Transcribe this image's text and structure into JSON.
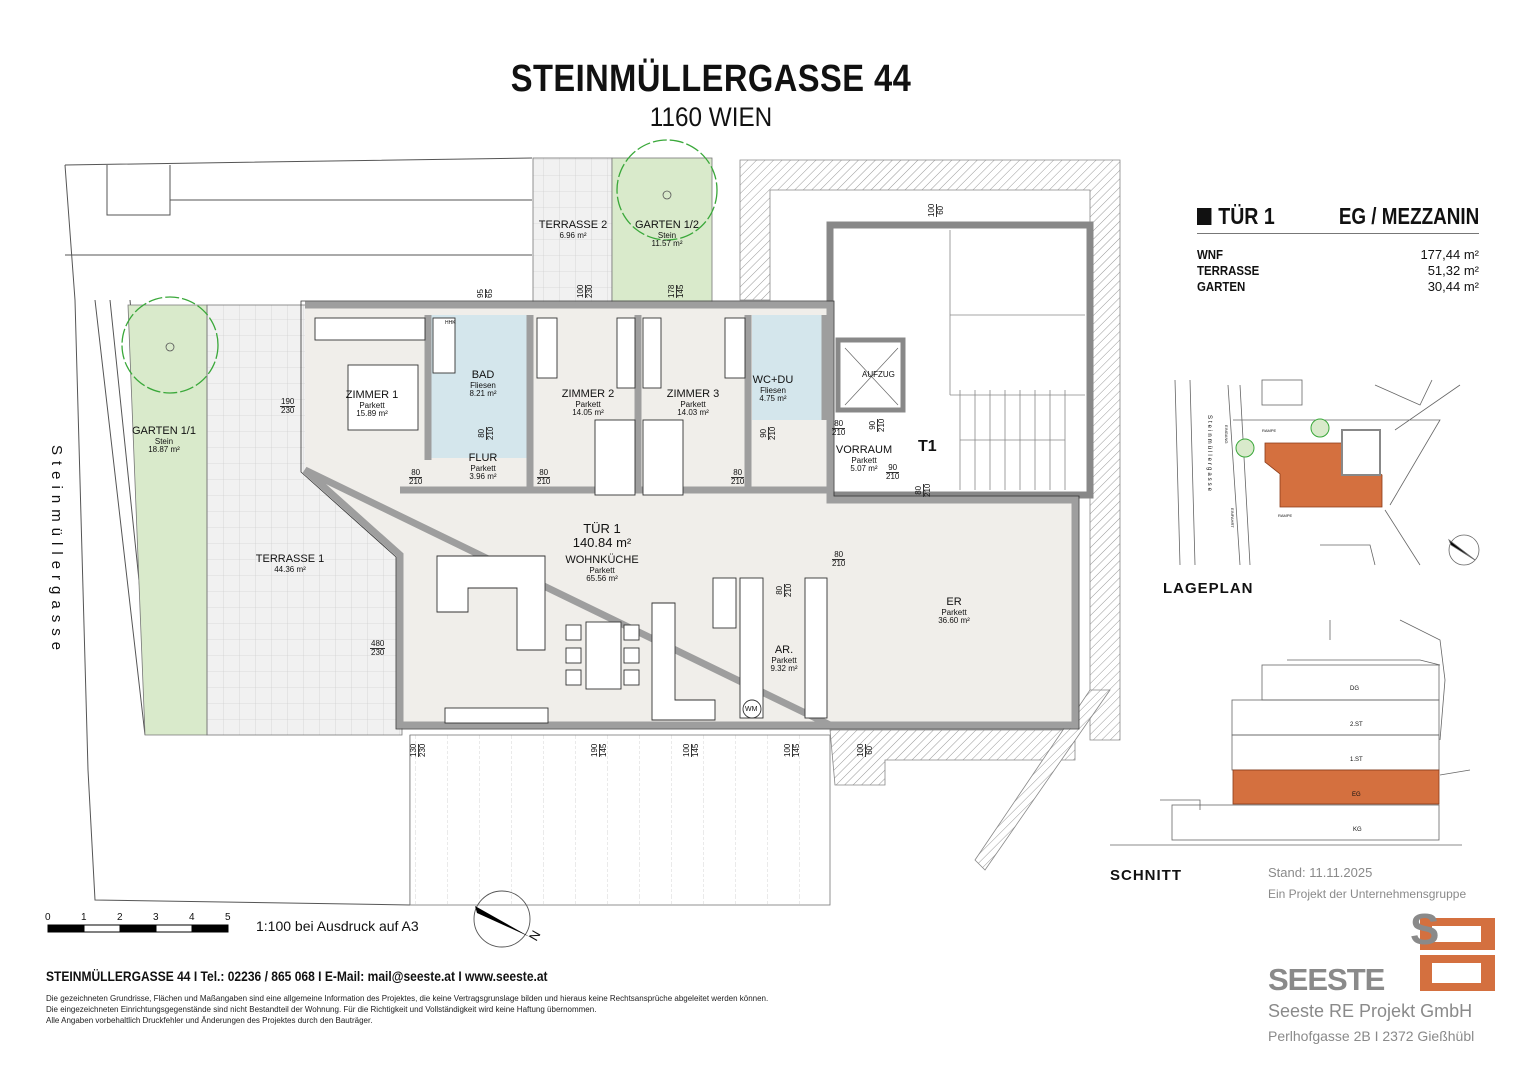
{
  "header": {
    "title": "STEINMÜLLERGASSE 44",
    "subtitle": "1160 WIEN"
  },
  "unit_info": {
    "unit": "TÜR 1",
    "floor": "EG / MEZZANIN",
    "rows": [
      {
        "label": "WNF",
        "value": "177,44 m²"
      },
      {
        "label": "TERRASSE",
        "value": "51,32 m²"
      },
      {
        "label": "GARTEN",
        "value": "30,44 m²"
      }
    ]
  },
  "plan": {
    "street_name": "Steinmüllergasse",
    "unit_total": {
      "name": "TÜR 1",
      "area": "140.84 m²"
    },
    "stair_label": "T1",
    "rooms": [
      {
        "name": "ZIMMER 1",
        "floor": "Parkett",
        "area": "15.89 m²"
      },
      {
        "name": "BAD",
        "floor": "Fliesen",
        "area": "8.21 m²"
      },
      {
        "name": "FLUR",
        "floor": "Parkett",
        "area": "3.96 m²"
      },
      {
        "name": "ZIMMER 2",
        "floor": "Parkett",
        "area": "14.05 m²"
      },
      {
        "name": "ZIMMER 3",
        "floor": "Parkett",
        "area": "14.03 m²"
      },
      {
        "name": "WC+DU",
        "floor": "Fliesen",
        "area": "4.75 m²"
      },
      {
        "name": "VORRAUM",
        "floor": "Parkett",
        "area": "5.07 m²"
      },
      {
        "name": "WOHNKÜCHE",
        "floor": "Parkett",
        "area": "65.56 m²"
      },
      {
        "name": "AR.",
        "floor": "Parkett",
        "area": "9.32 m²"
      },
      {
        "name": "ER",
        "floor": "Parkett",
        "area": "36.60 m²"
      },
      {
        "name": "TERRASSE 1",
        "floor": "",
        "area": "44.36 m²"
      },
      {
        "name": "TERRASSE 2",
        "floor": "",
        "area": "6.96 m²"
      },
      {
        "name": "GARTEN 1/1",
        "floor": "Stein",
        "area": "18.87 m²"
      },
      {
        "name": "GARTEN 1/2",
        "floor": "Stein",
        "area": "11.57 m²"
      }
    ],
    "fixtures": {
      "lift": "AUFZUG",
      "washer": "WM",
      "radiator": "HHK"
    },
    "dimensions": [
      {
        "a": "95",
        "b": "65"
      },
      {
        "a": "100",
        "b": "230"
      },
      {
        "a": "178",
        "b": "145"
      },
      {
        "a": "100",
        "b": "60"
      },
      {
        "a": "190",
        "b": "230"
      },
      {
        "a": "80",
        "b": "210"
      },
      {
        "a": "80",
        "b": "210"
      },
      {
        "a": "80",
        "b": "210"
      },
      {
        "a": "80",
        "b": "210"
      },
      {
        "a": "90",
        "b": "210"
      },
      {
        "a": "90",
        "b": "210"
      },
      {
        "a": "90",
        "b": "210"
      },
      {
        "a": "80",
        "b": "210"
      },
      {
        "a": "80",
        "b": "210"
      },
      {
        "a": "80",
        "b": "210"
      },
      {
        "a": "480",
        "b": "230"
      },
      {
        "a": "130",
        "b": "230"
      },
      {
        "a": "190",
        "b": "145"
      },
      {
        "a": "100",
        "b": "145"
      },
      {
        "a": "100",
        "b": "145"
      },
      {
        "a": "100",
        "b": "60"
      },
      {
        "a": "80",
        "b": "210"
      }
    ]
  },
  "scale": {
    "ticks": [
      "0",
      "1",
      "2",
      "3",
      "4",
      "5"
    ],
    "text": "1:100 bei Ausdruck auf A3",
    "north": "N"
  },
  "lageplan": {
    "title": "LAGEPLAN",
    "street": "Steinmüllergasse",
    "labels": [
      "RAMPE",
      "RAMPE",
      "EINGANG",
      "EINFAHRT"
    ]
  },
  "schnitt": {
    "title": "SCHNITT",
    "floors": [
      "DG",
      "2.ST",
      "1.ST",
      "EG",
      "KG"
    ]
  },
  "colors": {
    "highlight": "#d4703f",
    "garden": "#d9eacb",
    "tiles": "#d4e6ec",
    "interior": "#f0eeea",
    "wall": "#bdbdbd"
  },
  "footer": {
    "contact": "STEINMÜLLERGASSE 44 I Tel.: 02236 / 865 068 I E-Mail: mail@seeste.at I www.seeste.at",
    "disclaimer": [
      "Die gezeichneten Grundrisse, Flächen und Maßangaben sind eine allgemeine Information des Projektes, die keine Vertragsgrunslage bilden und hieraus keine Rechtsansprüche abgeleitet werden können.",
      "Die eingezeichneten Einrichtungsgegenstände sind nicht Bestandteil der Wohnung. Für die Richtigkeit und Vollständigkeit wird keine Haftung übernommen.",
      "Alle Angaben vorbehaltlich Druckfehler und Änderungen des Projektes durch den Bauträger."
    ]
  },
  "company": {
    "date": "Stand: 11.11.2025",
    "intro": "Ein Projekt der Unternehmensgruppe",
    "logo_text": "SEESTE",
    "logo_letter": "S",
    "name": "Seeste RE Projekt GmbH",
    "address": "Perlhofgasse 2B I 2372 Gießhübl"
  }
}
